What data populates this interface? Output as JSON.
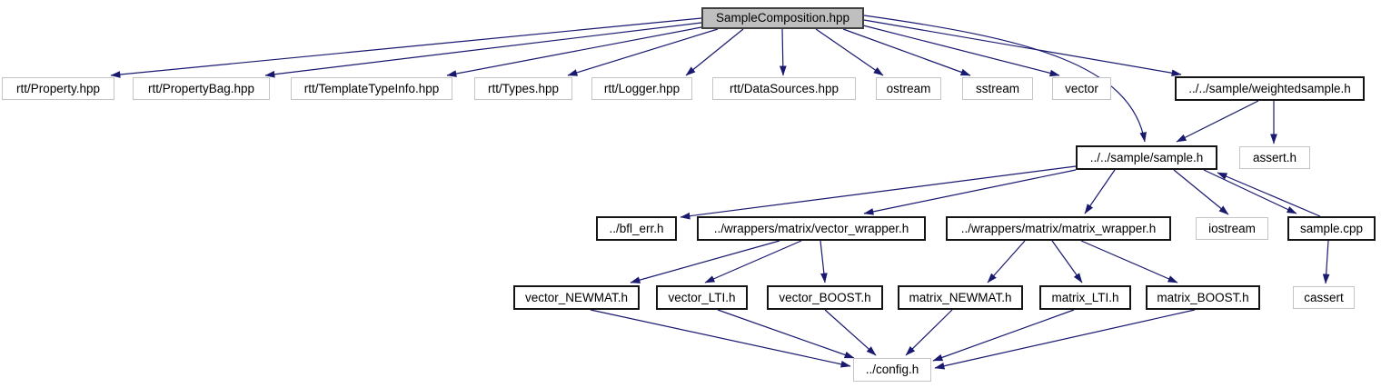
{
  "diagram": {
    "type": "include-dependency-graph",
    "root": "SampleComposition.hpp",
    "edge_color": "#191970",
    "root_fill": "#bfbfbf",
    "linked_node_border": "#141414",
    "external_node_border": "#c4c4c4",
    "node_fill": "#ffffff"
  },
  "nodes": {
    "root": {
      "label": "SampleComposition.hpp"
    },
    "rtt_property": {
      "label": "rtt/Property.hpp"
    },
    "rtt_propertybag": {
      "label": "rtt/PropertyBag.hpp"
    },
    "rtt_templatetypeinfo": {
      "label": "rtt/TemplateTypeInfo.hpp"
    },
    "rtt_types": {
      "label": "rtt/Types.hpp"
    },
    "rtt_logger": {
      "label": "rtt/Logger.hpp"
    },
    "rtt_datasources": {
      "label": "rtt/DataSources.hpp"
    },
    "ostream": {
      "label": "ostream"
    },
    "sstream": {
      "label": "sstream"
    },
    "vector": {
      "label": "vector"
    },
    "weightedsample": {
      "label": "../../sample/weightedsample.h"
    },
    "sample_h": {
      "label": "../../sample/sample.h"
    },
    "assert_h": {
      "label": "assert.h"
    },
    "bfl_err": {
      "label": "../bfl_err.h"
    },
    "vector_wrapper": {
      "label": "../wrappers/matrix/vector_wrapper.h"
    },
    "matrix_wrapper": {
      "label": "../wrappers/matrix/matrix_wrapper.h"
    },
    "iostream": {
      "label": "iostream"
    },
    "sample_cpp": {
      "label": "sample.cpp"
    },
    "vector_newmat": {
      "label": "vector_NEWMAT.h"
    },
    "vector_lti": {
      "label": "vector_LTI.h"
    },
    "vector_boost": {
      "label": "vector_BOOST.h"
    },
    "matrix_newmat": {
      "label": "matrix_NEWMAT.h"
    },
    "matrix_lti": {
      "label": "matrix_LTI.h"
    },
    "matrix_boost": {
      "label": "matrix_BOOST.h"
    },
    "cassert": {
      "label": "cassert"
    },
    "config": {
      "label": "../config.h"
    }
  },
  "edges": [
    {
      "from": "SampleComposition.hpp",
      "to": "rtt/Property.hpp"
    },
    {
      "from": "SampleComposition.hpp",
      "to": "rtt/PropertyBag.hpp"
    },
    {
      "from": "SampleComposition.hpp",
      "to": "rtt/TemplateTypeInfo.hpp"
    },
    {
      "from": "SampleComposition.hpp",
      "to": "rtt/Types.hpp"
    },
    {
      "from": "SampleComposition.hpp",
      "to": "rtt/Logger.hpp"
    },
    {
      "from": "SampleComposition.hpp",
      "to": "rtt/DataSources.hpp"
    },
    {
      "from": "SampleComposition.hpp",
      "to": "ostream"
    },
    {
      "from": "SampleComposition.hpp",
      "to": "sstream"
    },
    {
      "from": "SampleComposition.hpp",
      "to": "vector"
    },
    {
      "from": "SampleComposition.hpp",
      "to": "../../sample/weightedsample.h"
    },
    {
      "from": "SampleComposition.hpp",
      "to": "../../sample/sample.h"
    },
    {
      "from": "../../sample/weightedsample.h",
      "to": "../../sample/sample.h"
    },
    {
      "from": "../../sample/weightedsample.h",
      "to": "assert.h"
    },
    {
      "from": "../../sample/sample.h",
      "to": "../bfl_err.h"
    },
    {
      "from": "../../sample/sample.h",
      "to": "../wrappers/matrix/vector_wrapper.h"
    },
    {
      "from": "../../sample/sample.h",
      "to": "../wrappers/matrix/matrix_wrapper.h"
    },
    {
      "from": "../../sample/sample.h",
      "to": "iostream"
    },
    {
      "from": "../../sample/sample.h",
      "to": "sample.cpp"
    },
    {
      "from": "sample.cpp",
      "to": "../../sample/sample.h"
    },
    {
      "from": "sample.cpp",
      "to": "cassert"
    },
    {
      "from": "../wrappers/matrix/vector_wrapper.h",
      "to": "vector_NEWMAT.h"
    },
    {
      "from": "../wrappers/matrix/vector_wrapper.h",
      "to": "vector_LTI.h"
    },
    {
      "from": "../wrappers/matrix/vector_wrapper.h",
      "to": "vector_BOOST.h"
    },
    {
      "from": "../wrappers/matrix/matrix_wrapper.h",
      "to": "matrix_NEWMAT.h"
    },
    {
      "from": "../wrappers/matrix/matrix_wrapper.h",
      "to": "matrix_LTI.h"
    },
    {
      "from": "../wrappers/matrix/matrix_wrapper.h",
      "to": "matrix_BOOST.h"
    },
    {
      "from": "vector_NEWMAT.h",
      "to": "../config.h"
    },
    {
      "from": "vector_LTI.h",
      "to": "../config.h"
    },
    {
      "from": "vector_BOOST.h",
      "to": "../config.h"
    },
    {
      "from": "matrix_NEWMAT.h",
      "to": "../config.h"
    },
    {
      "from": "matrix_LTI.h",
      "to": "../config.h"
    },
    {
      "from": "matrix_BOOST.h",
      "to": "../config.h"
    }
  ]
}
